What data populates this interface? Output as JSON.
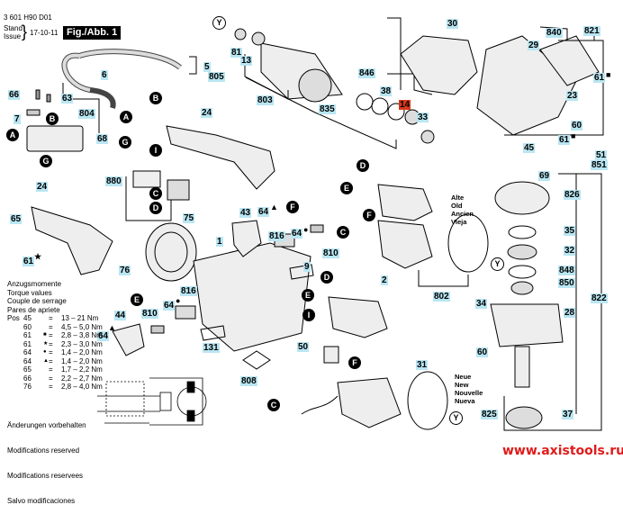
{
  "header": {
    "part_number": "3 601 H90 D01",
    "stand_label": "Stand",
    "issue_label": "Issue",
    "date": "17-10-11",
    "figure_label": "Fig./Abb. 1"
  },
  "torque": {
    "title_lines": [
      "Anzugsmomente",
      "Torque values",
      "Couple de serrage",
      "Pares de apriete"
    ],
    "pos_label": "Pos",
    "rows": [
      {
        "pos": "45",
        "mark": "",
        "range": "13 – 21 Nm"
      },
      {
        "pos": "60",
        "mark": "",
        "range": "4,5 – 5,0 Nm"
      },
      {
        "pos": "61",
        "mark": "■",
        "range": "2,8 – 3,8 Nm"
      },
      {
        "pos": "61",
        "mark": "★",
        "range": "2,3 – 3,0 Nm"
      },
      {
        "pos": "64",
        "mark": "●",
        "range": "1,4 – 2,0 Nm"
      },
      {
        "pos": "64",
        "mark": "▲",
        "range": "1,4 – 2,0 Nm"
      },
      {
        "pos": "65",
        "mark": "",
        "range": "1,7 – 2,2 Nm"
      },
      {
        "pos": "66",
        "mark": "",
        "range": "2,2 – 2,7 Nm"
      },
      {
        "pos": "76",
        "mark": "",
        "range": "2,8 – 4,0 Nm"
      }
    ]
  },
  "notes": [
    "Änderungen vorbehalten",
    "Modifications reserved",
    "Modifications reservees",
    "Salvo modificaciones"
  ],
  "old_version": [
    "Alte",
    "Old",
    "Ancien",
    "Vieja"
  ],
  "new_version": [
    "Neue",
    "New",
    "Nouvelle",
    "Nueva"
  ],
  "website": "www.axistools.ru",
  "labels": {
    "l5": "5",
    "l805": "805",
    "l6": "6",
    "l66": "66",
    "l63": "63",
    "l7": "7",
    "l804": "804",
    "l68": "68",
    "l24a": "24",
    "l24b": "24",
    "l880": "880",
    "l65": "65",
    "l61s": "61",
    "l76": "76",
    "l75": "75",
    "l81": "81",
    "l13": "13",
    "l803": "803",
    "l835": "835",
    "l846": "846",
    "l38": "38",
    "l14": "14",
    "l33": "33",
    "l30": "30",
    "l840": "840",
    "l29": "29",
    "l821": "821",
    "l23": "23",
    "l61a": "61",
    "l60a": "60",
    "l61b": "61",
    "l45": "45",
    "l51": "51",
    "l851": "851",
    "l69": "69",
    "l826": "826",
    "l35": "35",
    "l32": "32",
    "l848": "848",
    "l850": "850",
    "l34": "34",
    "l28": "28",
    "l822": "822",
    "l60b": "60",
    "l825": "825",
    "l37": "37",
    "l43": "43",
    "l64a": "64",
    "l64b": "64",
    "l816a": "816",
    "l810a": "810",
    "l1": "1",
    "l9": "9",
    "l2": "2",
    "l816b": "816",
    "l810b": "810",
    "l64c": "64",
    "l44": "44",
    "l64d": "64",
    "l131": "131",
    "l50": "50",
    "l808": "808",
    "l31": "31",
    "l802": "802"
  },
  "connectors": {
    "A": "A",
    "B": "B",
    "C": "C",
    "D": "D",
    "E": "E",
    "F": "F",
    "G": "G",
    "I": "I",
    "Y": "Y"
  },
  "symbols": {
    "square": "■",
    "star": "★",
    "circle": "●",
    "triangle": "▲"
  },
  "colors": {
    "label_bg": "#b9e6f2",
    "highlight_bg": "#d9391b",
    "url": "#e01b1b"
  }
}
